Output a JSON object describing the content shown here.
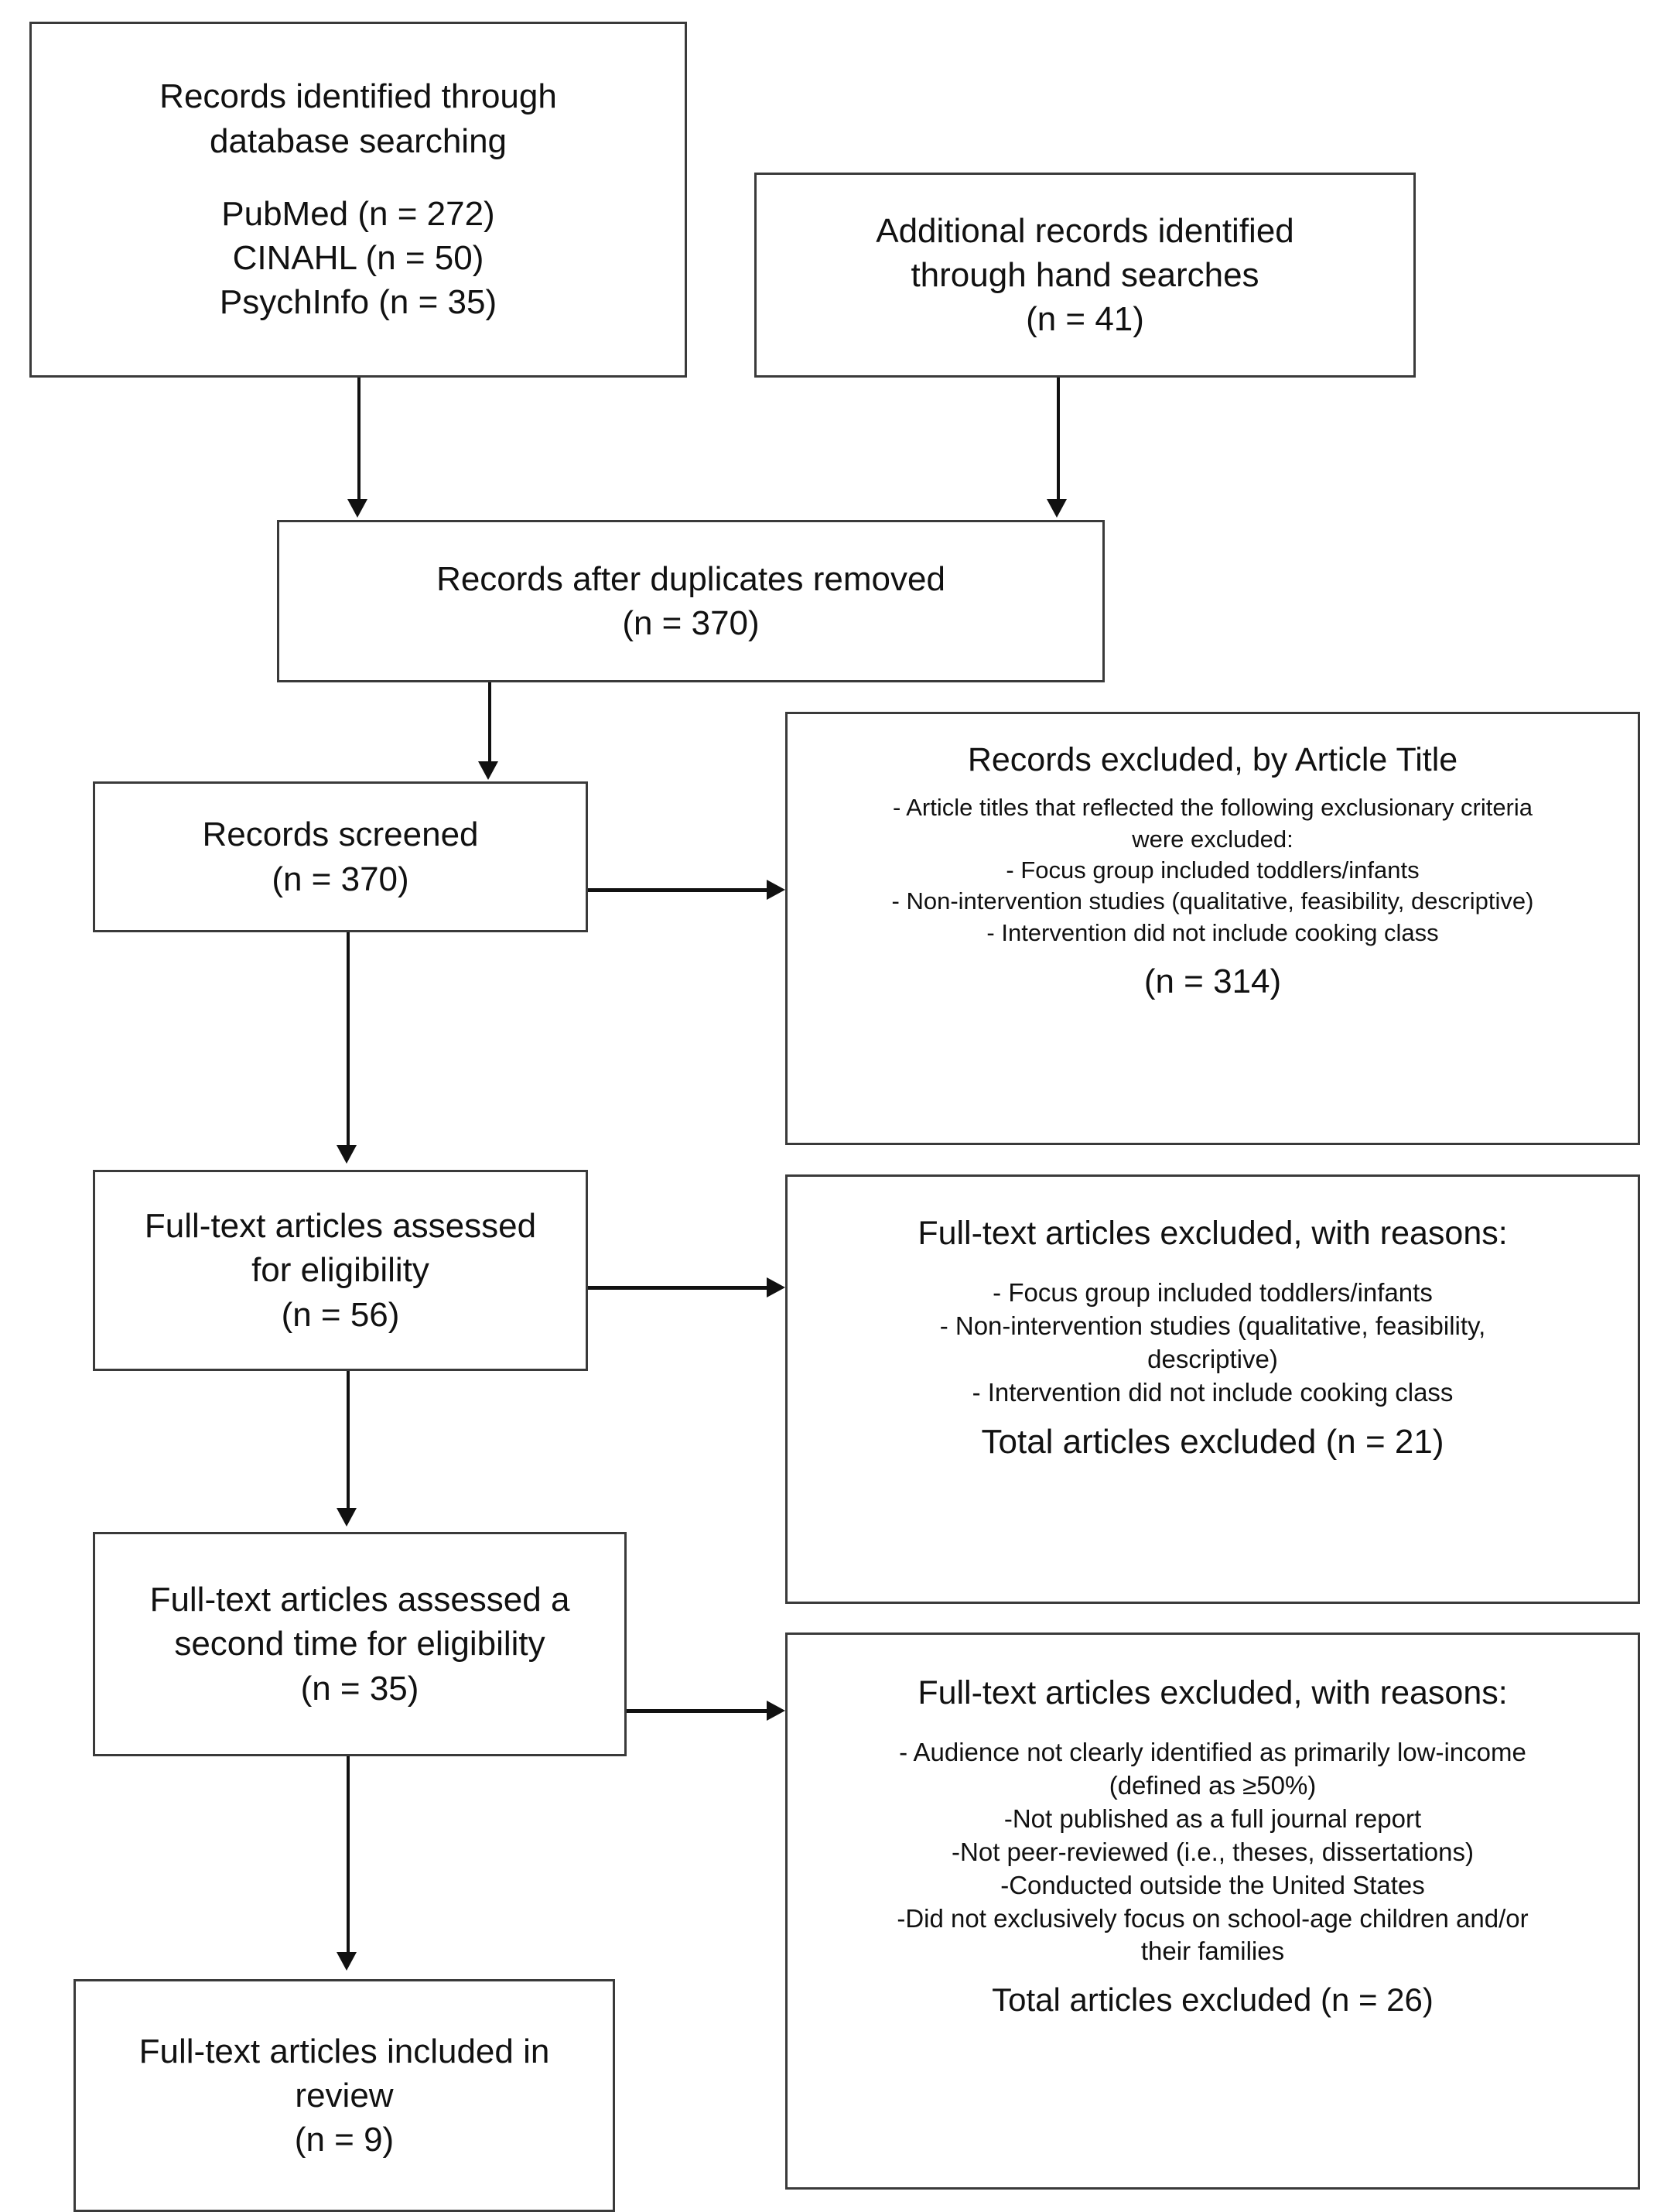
{
  "diagram": {
    "type": "prisma-flow-diagram",
    "nodes": {
      "identified_database": {
        "title_line1": "Records identified through",
        "title_line2": "database searching",
        "sources": [
          "PubMed (n = 272)",
          "CINAHL (n = 50)",
          "PsychInfo (n = 35)"
        ]
      },
      "identified_hand": {
        "line1": "Additional records identified",
        "line2": "through hand searches",
        "count": "(n = 41)"
      },
      "duplicates_removed": {
        "label": "Records after duplicates removed",
        "count": "(n = 370)"
      },
      "records_screened": {
        "label": "Records screened",
        "count": "(n = 370)"
      },
      "excluded_by_title": {
        "heading": "Records excluded, by Article Title",
        "reasons": [
          "- Article titles that reflected the following exclusionary criteria",
          "were excluded:",
          "- Focus group included toddlers/infants",
          "- Non-intervention studies (qualitative, feasibility, descriptive)",
          "- Intervention did not include cooking class"
        ],
        "count": "(n = 314)"
      },
      "fulltext_assessed": {
        "line1": "Full-text articles assessed",
        "line2": "for eligibility",
        "count": "(n = 56)"
      },
      "fulltext_excluded_1": {
        "heading": "Full-text articles excluded, with reasons:",
        "reasons": [
          "- Focus group included toddlers/infants",
          "- Non-intervention studies (qualitative, feasibility,",
          "descriptive)",
          "- Intervention did not include cooking class"
        ],
        "total": "Total articles excluded (n = 21)"
      },
      "fulltext_assessed_second": {
        "line1": "Full-text articles assessed a",
        "line2": "second time for eligibility",
        "count": "(n = 35)"
      },
      "fulltext_excluded_2": {
        "heading": "Full-text articles excluded, with reasons:",
        "reasons": [
          "- Audience not clearly identified as primarily low-income",
          "(defined as ≥50%)",
          "-Not published as a full journal report",
          "-Not peer-reviewed (i.e., theses, dissertations)",
          "-Conducted outside the United States",
          "-Did not exclusively focus on school-age children and/or",
          "their families"
        ],
        "total": "Total articles excluded (n = 26)"
      },
      "included_in_review": {
        "line1": "Full-text articles included in",
        "line2": "review",
        "count": "(n = 9)"
      }
    },
    "colors": {
      "box_border": "#3a3a3a",
      "connector": "#111111",
      "background": "#ffffff",
      "text": "#111111"
    }
  }
}
